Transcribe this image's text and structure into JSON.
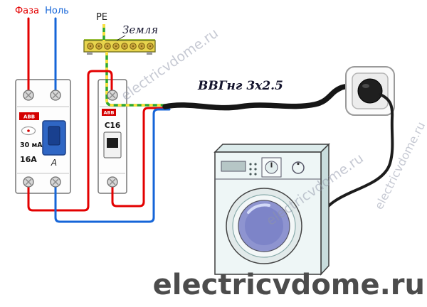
{
  "labels": {
    "phase": "Фаза",
    "neutral": "Ноль",
    "pe": "PE",
    "earth": "Земля",
    "cable": "ВВГнг 3х2.5"
  },
  "rcd": {
    "brand": "ABB",
    "sensitivity": "30 мА",
    "rating": "16А",
    "type": "A"
  },
  "breaker": {
    "brand": "ABB",
    "model": "C16"
  },
  "watermark": {
    "text": "electricvdome.ru"
  },
  "colors": {
    "phase_wire": "#e30000",
    "neutral_wire": "#1565d8",
    "pe_green": "#2fa82f",
    "pe_yellow": "#ffe13a",
    "busbar": "#e8d44d",
    "cable": "#161616",
    "drum": "#8e94d0"
  }
}
